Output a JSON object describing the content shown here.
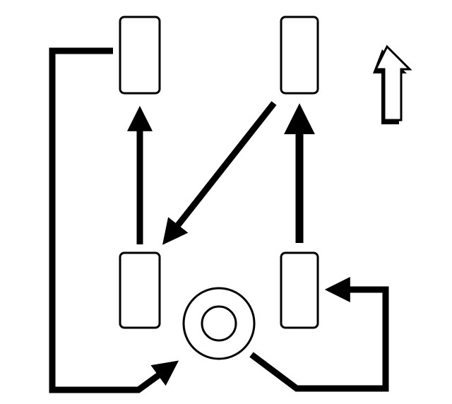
{
  "diagram": {
    "kind": "tire-rotation-pattern",
    "colors": {
      "ink": "#000000",
      "fill": "#ffffff"
    },
    "tires": [
      {
        "id": "left-front",
        "position": "front-left"
      },
      {
        "id": "right-front",
        "position": "front-right"
      },
      {
        "id": "left-rear",
        "position": "rear-left"
      },
      {
        "id": "right-rear",
        "position": "rear-right"
      }
    ],
    "spare": {
      "present": true,
      "position": "center-rear"
    },
    "direction_indicator": {
      "icon": "forward-arrow-icon",
      "direction": "up"
    },
    "moves": [
      {
        "from": "left-rear",
        "to": "left-front"
      },
      {
        "from": "right-rear",
        "to": "right-front"
      },
      {
        "from": "right-front",
        "to": "left-rear"
      },
      {
        "from": "left-front",
        "to": "spare"
      },
      {
        "from": "spare",
        "to": "right-rear"
      }
    ]
  }
}
